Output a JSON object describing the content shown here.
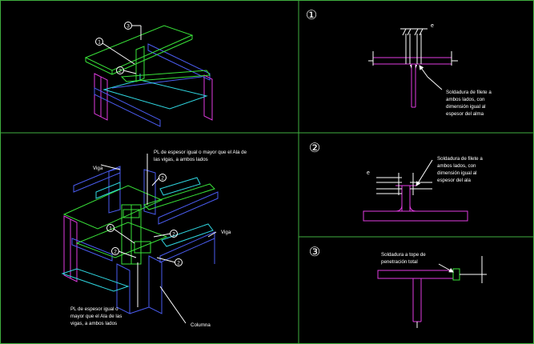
{
  "colors": {
    "background": "#000000",
    "frame": "#3fae3f",
    "beam_green": "#39e239",
    "beam_cyan": "#2fd6e0",
    "beam_magenta": "#e23be2",
    "beam_blue": "#4a5cf0",
    "annotation": "#ffffff"
  },
  "detail_markers": {
    "d1": "①",
    "d2": "②",
    "d3": "③"
  },
  "callouts": {
    "one": "1",
    "two": "2",
    "three": "3"
  },
  "detail1": {
    "weld_size": "e",
    "weld_note": [
      "Soldadura de filete a",
      "ambos lados, con",
      "dimensión igual al",
      "espesor del alma"
    ]
  },
  "detail2": {
    "weld_size": "e",
    "weld_note": [
      "Soldadura de filete a",
      "ambos lados, con",
      "dimensión igual al",
      "espesor del ala"
    ]
  },
  "detail3": {
    "weld_note": [
      "Soldadura a tope de",
      "penetración total"
    ]
  },
  "iso2": {
    "plate_note_top": [
      "PL de espesor igual o mayor que el Ala de",
      "las vigas, a ambos lados"
    ],
    "plate_note_bottom": [
      "PL de espesor igual o",
      "mayor que el Ala de las",
      "vigas, a ambos lados"
    ],
    "viga_left": "Viga",
    "viga_right": "Viga",
    "columna": "Columna"
  }
}
